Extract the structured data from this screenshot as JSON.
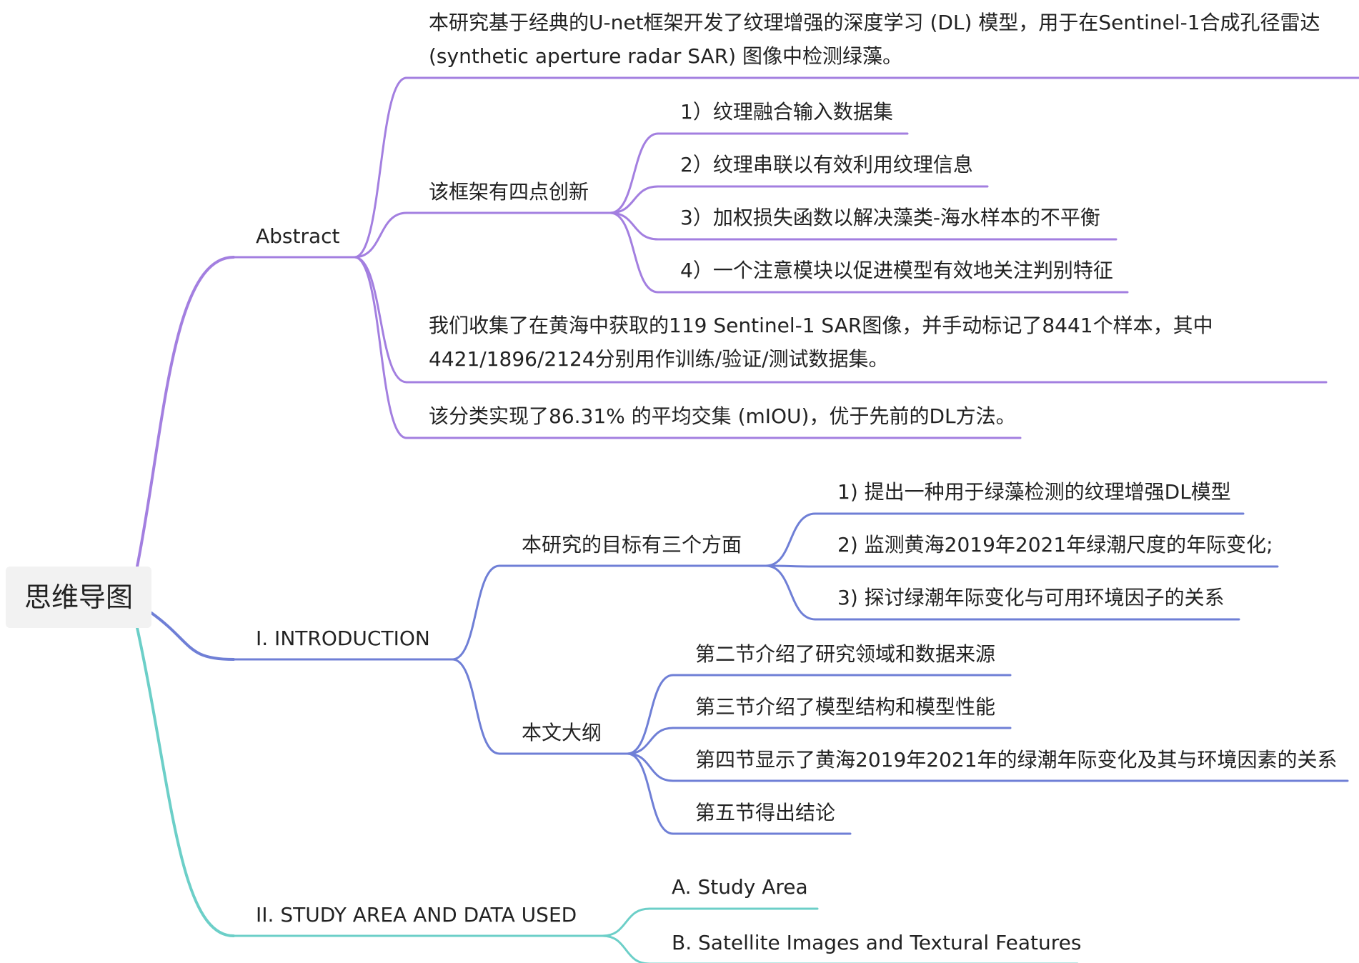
{
  "root": {
    "label": "思维导图"
  },
  "colors": {
    "abstract": "#a37fe0",
    "introduction": "#6f7fd6",
    "study_area": "#6ccfc8"
  },
  "branches": [
    {
      "label": "Abstract",
      "children": [
        {
          "label": "本研究基于经典的U-net框架开发了纹理增强的深度学习 (DL) 模型，用于在Sentinel-1合成孔径雷达 (synthetic aperture radar SAR) 图像中检测绿藻。",
          "children": []
        },
        {
          "label": "该框架有四点创新",
          "children": [
            {
              "label": "1）纹理融合输入数据集"
            },
            {
              "label": "2）纹理串联以有效利用纹理信息"
            },
            {
              "label": "3）加权损失函数以解决藻类-海水样本的不平衡"
            },
            {
              "label": "4）一个注意模块以促进模型有效地关注判别特征"
            }
          ]
        },
        {
          "label": "我们收集了在黄海中获取的119 Sentinel-1 SAR图像，并手动标记了8441个样本，其中4421/1896/2124分别用作训练/验证/测试数据集。",
          "children": []
        },
        {
          "label": "该分类实现了86.31% 的平均交集 (mIOU)，优于先前的DL方法。",
          "children": []
        }
      ]
    },
    {
      "label": "I. INTRODUCTION",
      "children": [
        {
          "label": "本研究的目标有三个方面",
          "children": [
            {
              "label": "1) 提出一种用于绿藻检测的纹理增强DL模型"
            },
            {
              "label": "2) 监测黄海2019年2021年绿潮尺度的年际变化;"
            },
            {
              "label": "3) 探讨绿潮年际变化与可用环境因子的关系"
            }
          ]
        },
        {
          "label": "本文大纲",
          "children": [
            {
              "label": "第二节介绍了研究领域和数据来源"
            },
            {
              "label": "第三节介绍了模型结构和模型性能"
            },
            {
              "label": "第四节显示了黄海2019年2021年的绿潮年际变化及其与环境因素的关系"
            },
            {
              "label": "第五节得出结论"
            }
          ]
        }
      ]
    },
    {
      "label": "II. STUDY AREA AND DATA USED",
      "children": [
        {
          "label": "A. Study Area",
          "children": []
        },
        {
          "label": "B. Satellite Images and Textural Features",
          "children": []
        }
      ]
    }
  ]
}
